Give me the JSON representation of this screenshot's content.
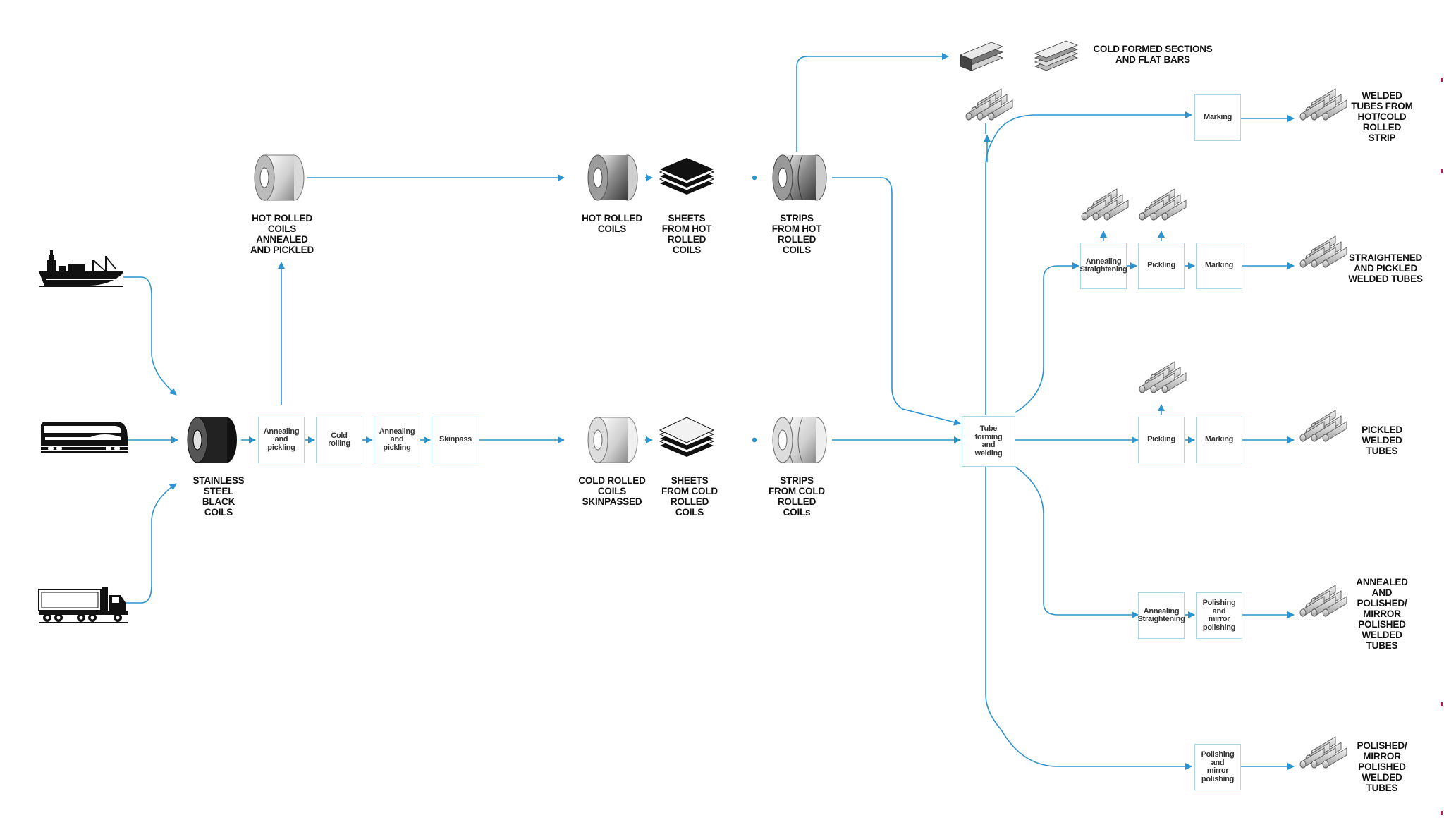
{
  "sources": {
    "ship_icon": "cargo-ship-icon",
    "train_icon": "freight-train-icon",
    "truck_icon": "truck-icon"
  },
  "labels": {
    "stainless": "STAINLESS\nSTEEL\nBLACK\nCOILS",
    "hr_annealed": "HOT ROLLED\nCOILS\nANNEALED\nAND PICKLED",
    "hr_coils": "HOT ROLLED\nCOILS",
    "sheets_hot": "SHEETS\nFROM HOT\nROLLED\nCOILS",
    "strips_hot": "STRIPS\nFROM HOT\nROLLED\nCOILS",
    "cr_coils": "COLD ROLLED\nCOILS\nSKINPASSED",
    "sheets_cold": "SHEETS\nFROM COLD\nROLLED\nCOILS",
    "strips_cold": "STRIPS\nFROM COLD\nROLLED\nCOILs",
    "cold_formed": "COLD FORMED SECTIONS\nAND FLAT BARS",
    "out1": "WELDED\nTUBES FROM\nHOT/COLD\nROLLED\nSTRIP",
    "out2": "STRAIGHTENED\nAND PICKLED\nWELDED TUBES",
    "out3": "PICKLED\nWELDED\nTUBES",
    "out4": "ANNEALED\nAND\nPOLISHED/\nMIRROR\nPOLISHED\nWELDED\nTUBES",
    "out5": "POLISHED/\nMIRROR\nPOLISHED\nWELDED\nTUBES"
  },
  "process": {
    "annealing_pickling_1": "Annealing\nand\npickling",
    "cold_rolling": "Cold\nrolling",
    "annealing_pickling_2": "Annealing\nand\npickling",
    "skinpass": "Skinpass",
    "tube_forming": "Tube\nforming\nand\nwelding",
    "marking_1": "Marking",
    "annealing_straightening_1": "Annealing\nStraightening",
    "pickling_1": "Pickling",
    "marking_2": "Marking",
    "pickling_2": "Pickling",
    "marking_3": "Marking",
    "annealing_straightening_2": "Annealing\nStraightening",
    "polishing_1": "Polishing\nand\nmirror\npolishing",
    "polishing_2": "Polishing\nand\nmirror\npolishing"
  },
  "colors": {
    "flow_line": "#2c93d1",
    "box_border": "#a9d4ec",
    "text": "#111111",
    "edge_tick": "#c2185b"
  }
}
